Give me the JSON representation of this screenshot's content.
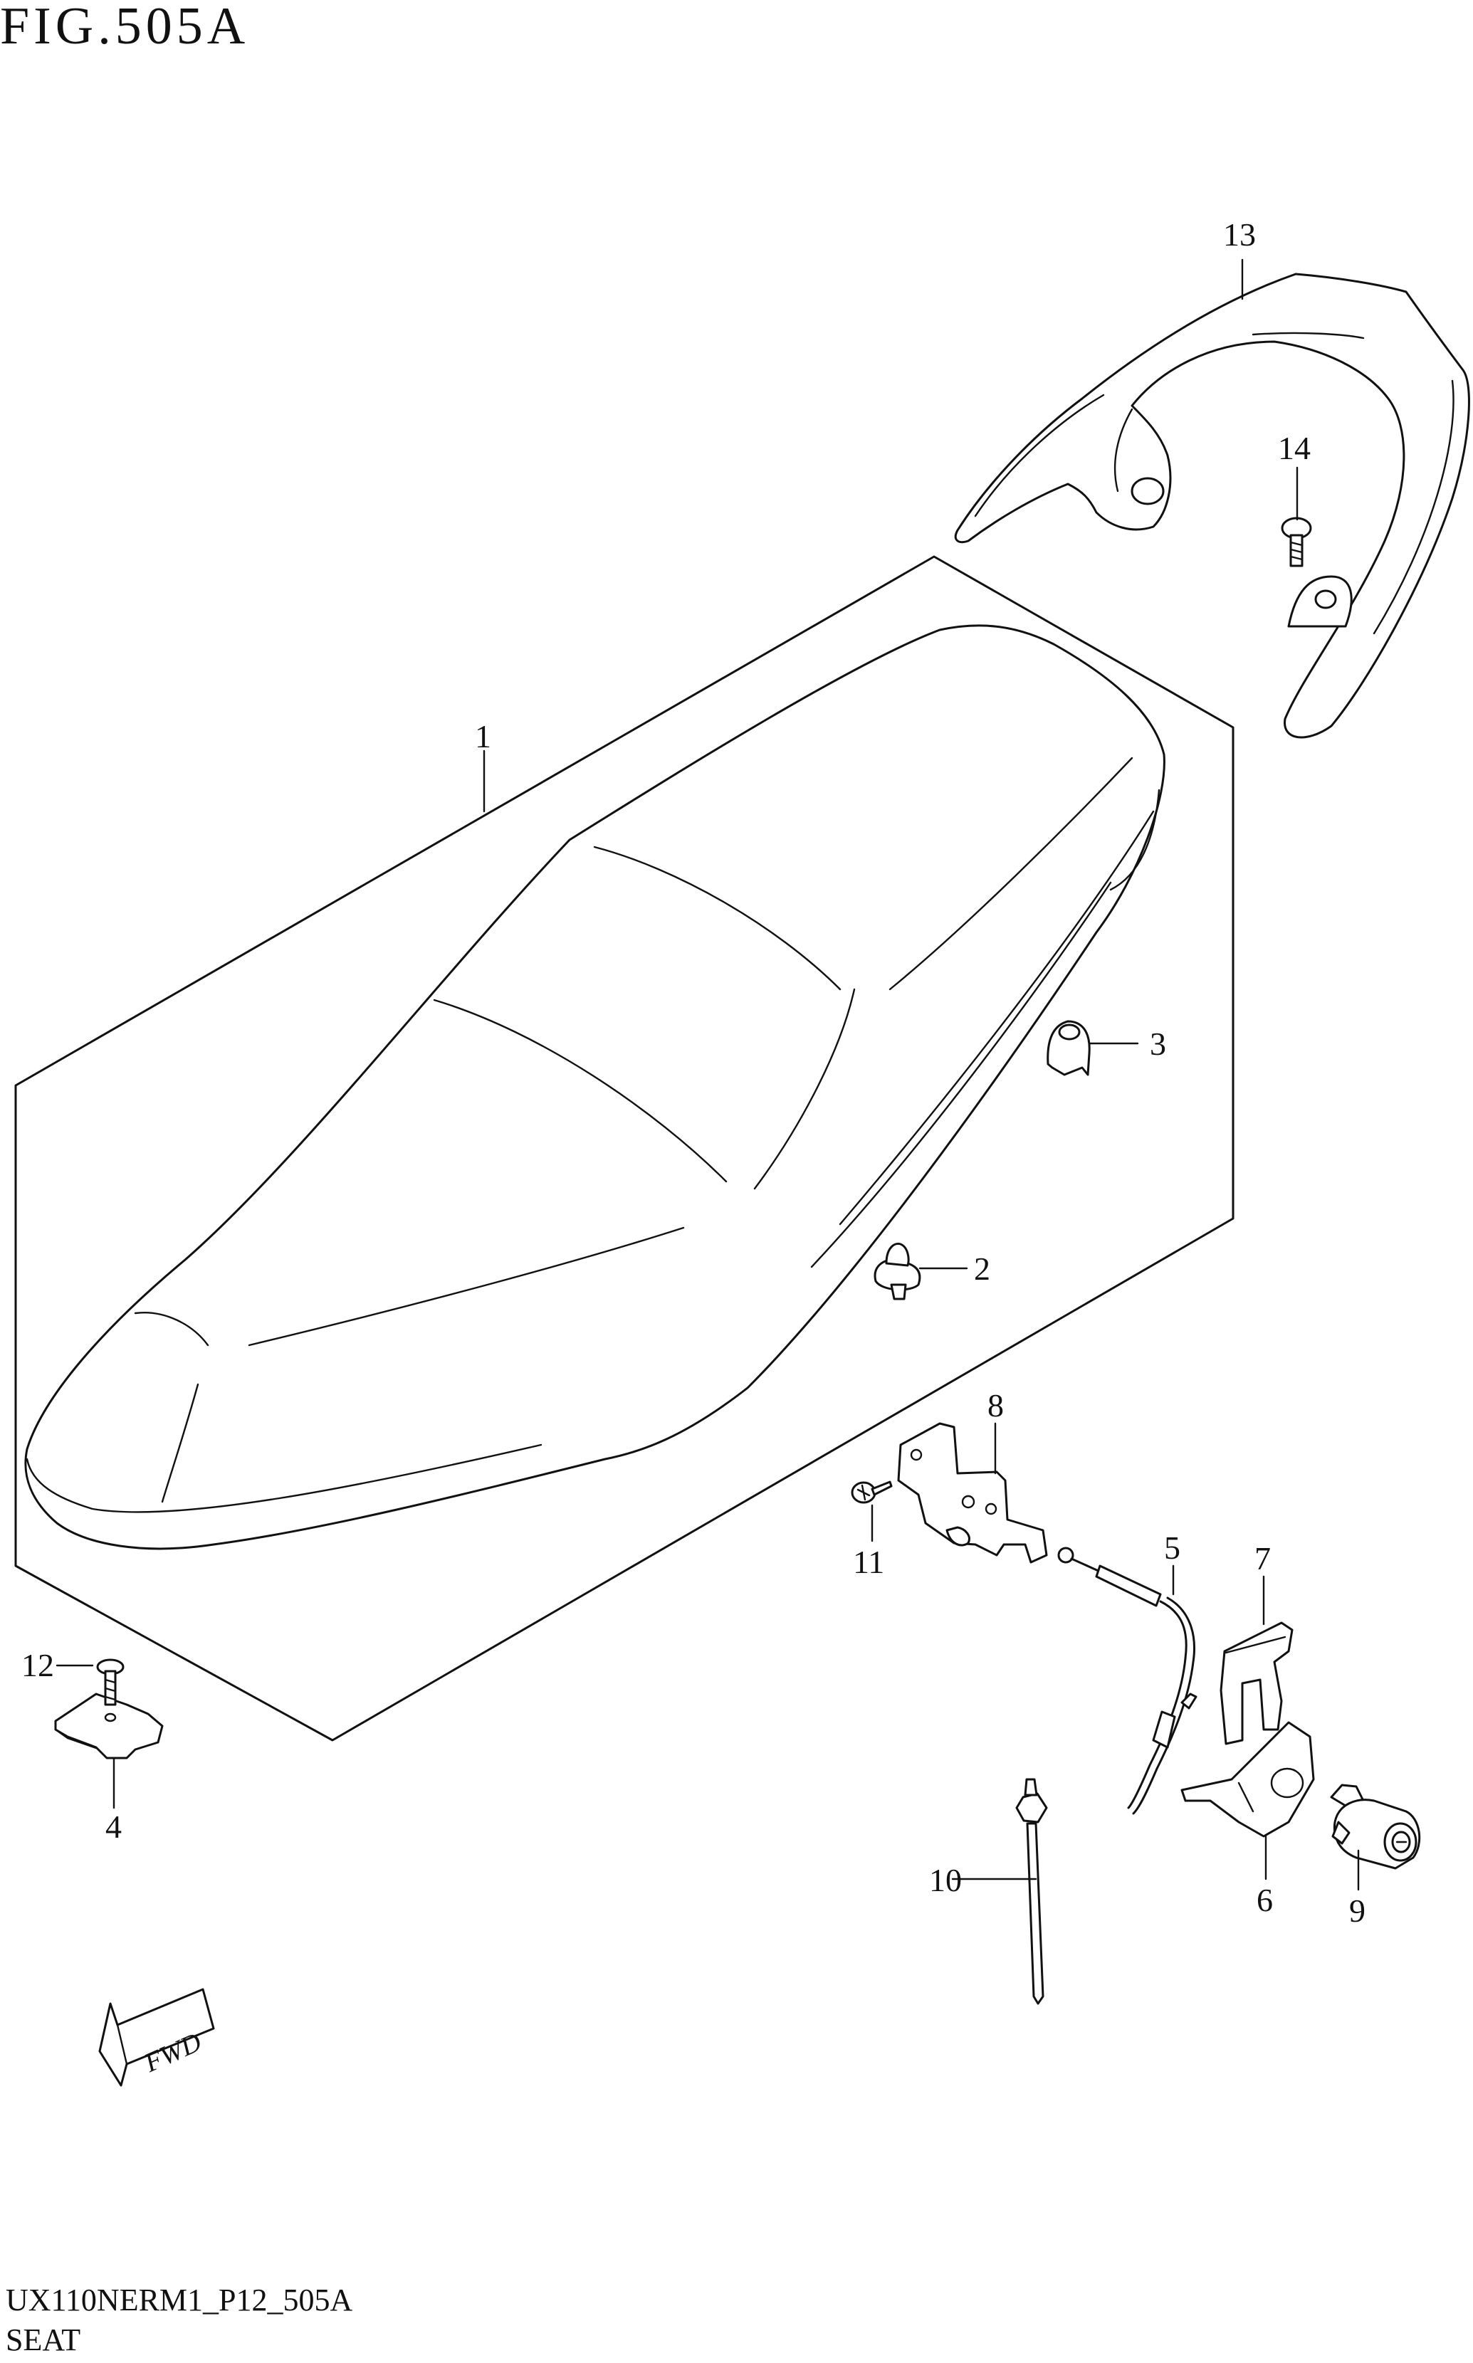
{
  "figure": {
    "title": "FIG.505A"
  },
  "footer": {
    "code": "UX110NERM1_P12_505A",
    "name": "SEAT"
  },
  "fwd_arrow": {
    "label": "FWD"
  },
  "callouts": {
    "c1": "1",
    "c2": "2",
    "c3": "3",
    "c4": "4",
    "c5": "5",
    "c6": "6",
    "c7": "7",
    "c8": "8",
    "c9": "9",
    "c10": "10",
    "c11": "11",
    "c12": "12",
    "c13": "13",
    "c14": "14"
  }
}
